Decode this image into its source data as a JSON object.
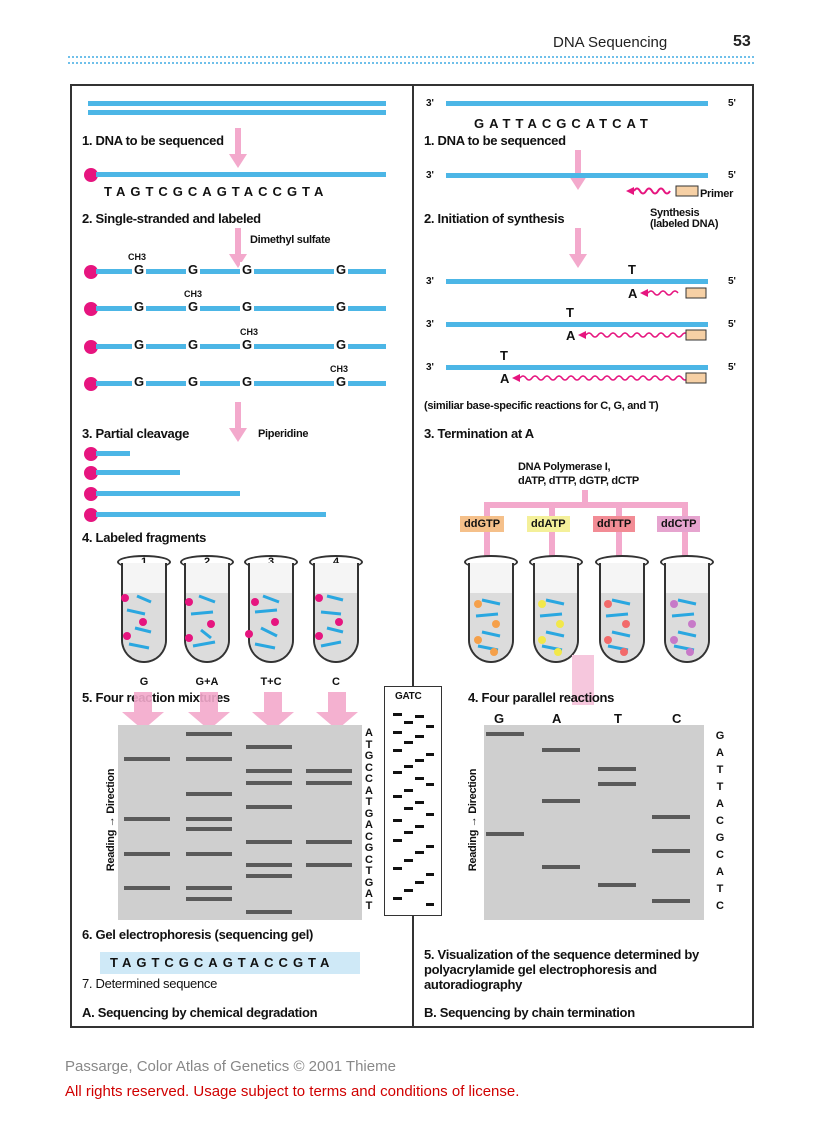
{
  "header": {
    "title": "DNA Sequencing",
    "page_number": "53"
  },
  "left": {
    "step1": "1. DNA to be sequenced",
    "sequence_top": "TAGTCGCAGTACCGTA",
    "step2": "2. Single-stranded and labeled",
    "reagent1": "Dimethyl sulfate",
    "methyl": "CH3",
    "base_g": "G",
    "step3": "3. Partial cleavage",
    "reagent2": "Piperidine",
    "step4": "4. Labeled fragments",
    "tubes": [
      {
        "number": "1",
        "label": "G"
      },
      {
        "number": "2",
        "label": "G+A"
      },
      {
        "number": "3",
        "label": "T+C"
      },
      {
        "number": "4",
        "label": "C"
      }
    ],
    "step5": "5. Four reaction mixtures",
    "direction_label": "Reading → Direction",
    "read_sequence": [
      "A",
      "T",
      "G",
      "C",
      "C",
      "A",
      "T",
      "G",
      "A",
      "C",
      "G",
      "C",
      "T",
      "G",
      "A",
      "T"
    ],
    "step6": "6. Gel electrophoresis (sequencing gel)",
    "determined_sequence": "TAGTCGCAGTACCGTA",
    "step7": "7. Determined sequence",
    "caption": "A. Sequencing by chemical degradation"
  },
  "autorad": {
    "label": "GATC"
  },
  "right": {
    "end3": "3'",
    "end5": "5'",
    "template_sequence": "GATTACGCATCAT",
    "step1": "1. DNA to be sequenced",
    "primer": "Primer",
    "step2": "2. Initiation of synthesis",
    "synthesis": "Synthesis (labeled DNA)",
    "base_t": "T",
    "base_a": "A",
    "note": "(similiar base-specific reactions for C, G, and T)",
    "step3": "3. Termination at A",
    "polymerase": "DNA Polymerase I,",
    "dntps": "dATP, dTTP, dGTP, dCTP",
    "dd_chips": [
      {
        "label": "ddGTP",
        "color": "#f5c08a"
      },
      {
        "label": "ddATP",
        "color": "#f4f09a"
      },
      {
        "label": "ddTTP",
        "color": "#f28c95"
      },
      {
        "label": "ddCTP",
        "color": "#e6a4cf"
      }
    ],
    "step4": "4. Four parallel reactions",
    "lanes": [
      "G",
      "A",
      "T",
      "C"
    ],
    "read_sequence": [
      "G",
      "A",
      "T",
      "T",
      "A",
      "C",
      "G",
      "C",
      "A",
      "T",
      "C"
    ],
    "step5": "5. Visualization of the sequence determined by polyacrylamide gel electrophoresis and autoradiography",
    "caption": "B. Sequencing by chain termination"
  },
  "footer": {
    "line1": "Passarge, Color Atlas of Genetics © 2001 Thieme",
    "line2": "All rights reserved. Usage subject to terms and conditions of license."
  },
  "colors": {
    "strand": "#4cb6e6",
    "label_dot": "#e6157f",
    "copyright": "#d00000"
  }
}
